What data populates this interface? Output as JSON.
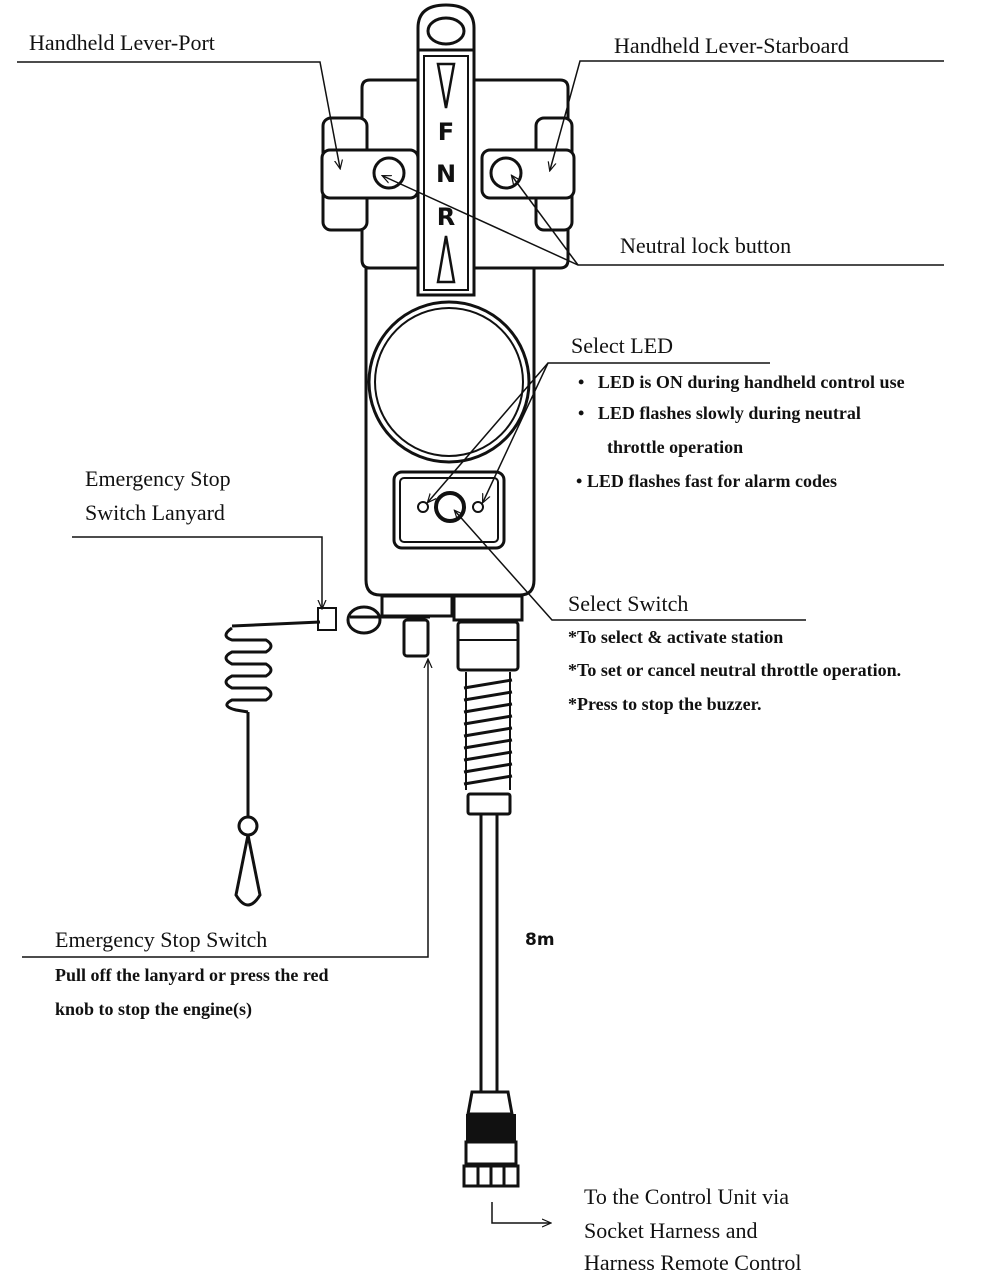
{
  "labels": {
    "lever_port": "Handheld Lever-Port",
    "lever_starboard": "Handheld Lever-Starboard",
    "neutral_lock": "Neutral lock button",
    "select_led": {
      "title": "Select LED",
      "bullets": [
        "LED is ON during handheld control use",
        "LED flashes slowly during neutral",
        "throttle operation",
        "LED flashes fast for alarm codes"
      ]
    },
    "lanyard": [
      "Emergency Stop",
      "Switch Lanyard"
    ],
    "select_switch": {
      "title": "Select Switch",
      "lines": [
        "*To select & activate station",
        "*To set or cancel neutral throttle operation.",
        "*Press to stop the buzzer."
      ]
    },
    "estop": {
      "title": "Emergency Stop Switch",
      "lines": [
        "Pull off the lanyard or press the red",
        "knob to stop the engine(s)"
      ]
    },
    "cable_length": "8m",
    "destination": [
      "To the Control Unit via",
      "Socket Harness and",
      "Harness Remote Control"
    ]
  },
  "lever_marks": {
    "forward": "F",
    "neutral": "N",
    "reverse": "R"
  },
  "bullet_glyph": "•"
}
